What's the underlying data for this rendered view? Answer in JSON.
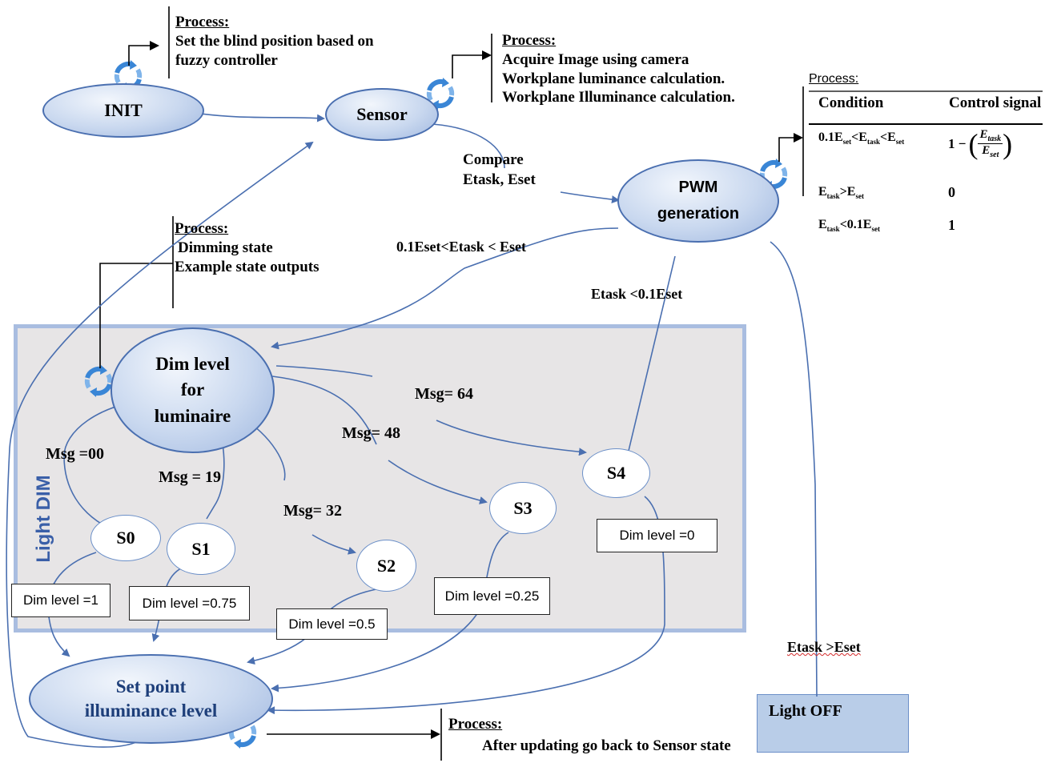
{
  "nodes": {
    "init": "INIT",
    "sensor": "Sensor",
    "pwm_line1": "PWM",
    "pwm_line2": "generation",
    "dim_line1": "Dim level",
    "dim_line2": "for",
    "dim_line3": "luminaire",
    "setpoint_line1": "Set point",
    "setpoint_line2": "illuminance level",
    "s0": "S0",
    "s1": "S1",
    "s2": "S2",
    "s3": "S3",
    "s4": "S4",
    "light_off": "Light OFF"
  },
  "region": {
    "label": "Light DIM"
  },
  "process_init": {
    "heading": "Process:",
    "line1": "Set the blind position based on",
    "line2": "fuzzy controller"
  },
  "process_sensor": {
    "heading": "Process:",
    "line1": "Acquire Image using camera",
    "line2": "Workplane luminance calculation.",
    "line3": "Workplane Illuminance calculation."
  },
  "process_dim": {
    "heading": "Process:",
    "line1": "Dimming state",
    "line2": "Example state outputs"
  },
  "process_setpoint": {
    "heading": "Process:",
    "line1": "After updating go back to Sensor state"
  },
  "process_pwm": {
    "heading": "Process:",
    "col_condition": "Condition",
    "col_control": "Control signal",
    "rows": [
      {
        "condition_main": "0.1E",
        "condition_sub1": "set",
        "condition_mid1": "<E",
        "condition_sub2": "task",
        "condition_mid2": "<E",
        "condition_sub3": "set",
        "signal": "1 − (E_task / E_set)"
      },
      {
        "condition_main": "E",
        "condition_sub1": "task",
        "condition_mid1": ">E",
        "condition_sub2": "set",
        "signal": "0"
      },
      {
        "condition_main": "E",
        "condition_sub1": "task",
        "condition_mid1": "<0.1E",
        "condition_sub2": "set",
        "signal": "1"
      }
    ],
    "formula_one": "1 −",
    "formula_num_E": "E",
    "formula_num_sub": "task",
    "formula_den_E": "E",
    "formula_den_sub": "set"
  },
  "edge_labels": {
    "compare_line1": "Compare",
    "compare_line2": "Etask, Eset",
    "range": "0.1Eset<Etask < Eset",
    "below": "Etask <0.1Eset",
    "above": "Etask >Eset",
    "msg00": "Msg =00",
    "msg19": "Msg = 19",
    "msg32": "Msg= 32",
    "msg48": "Msg= 48",
    "msg64": "Msg= 64"
  },
  "dim_outputs": {
    "s0": "Dim level =1",
    "s1": "Dim level =0.75",
    "s2": "Dim level =0.5",
    "s3": "Dim level =0.25",
    "s4": "Dim level =0"
  },
  "colors": {
    "arrow": "#4a6fb0",
    "region_fill": "#e7e5e6",
    "region_border": "#a9bde0",
    "node_border": "#4a6fb0",
    "lightoff_fill": "#b9cde8"
  }
}
